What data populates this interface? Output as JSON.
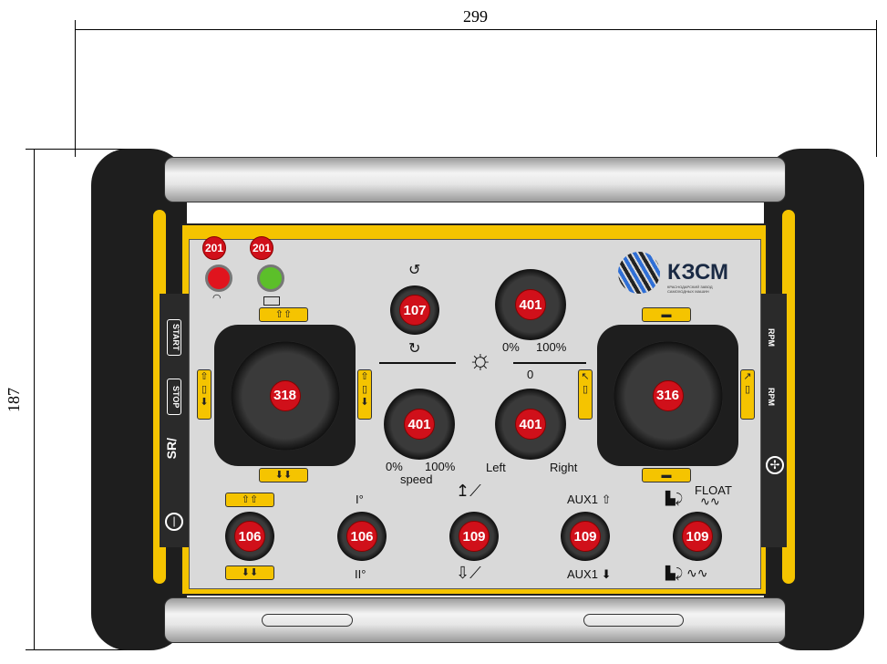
{
  "dimensions": {
    "width": "299",
    "height": "187"
  },
  "logo": {
    "name": "КЗСМ",
    "subtitle": "КРАСНОДАРСКИЙ ЗАВОД САМОХОДНЫХ МАШИН"
  },
  "indicators": [
    {
      "code": "201",
      "color": "#e0141e",
      "icon": "wifi-icon"
    },
    {
      "code": "201",
      "color": "#5cbf2a",
      "icon": "battery-icon"
    }
  ],
  "left_side": {
    "start": "START",
    "stop": "STOP",
    "sr": "SR/",
    "power": "power-icon"
  },
  "right_side": {
    "rpm_up": "RPM",
    "rpm_down": "RPM",
    "fan": "fan-icon"
  },
  "controls": {
    "reset": {
      "code": "107"
    },
    "knob_top": {
      "code": "401",
      "min": "0%",
      "max": "100%"
    },
    "knob_speed": {
      "code": "401",
      "min": "0%",
      "max": "100%",
      "label": "speed"
    },
    "knob_steer": {
      "code": "401",
      "zero": "0",
      "left": "Left",
      "right": "Right"
    },
    "joystick_left": {
      "code": "318"
    },
    "joystick_right": {
      "code": "316"
    }
  },
  "bottom_row": [
    {
      "code": "106",
      "top": "⇧⇧",
      "bottom": "⬇⬇"
    },
    {
      "code": "106",
      "top": "I°",
      "bottom": "II°"
    },
    {
      "code": "109"
    },
    {
      "code": "109",
      "top": "AUX1 ⇧",
      "bottom": "AUX1 ⬇"
    },
    {
      "code": "109",
      "top": "FLOAT"
    }
  ]
}
